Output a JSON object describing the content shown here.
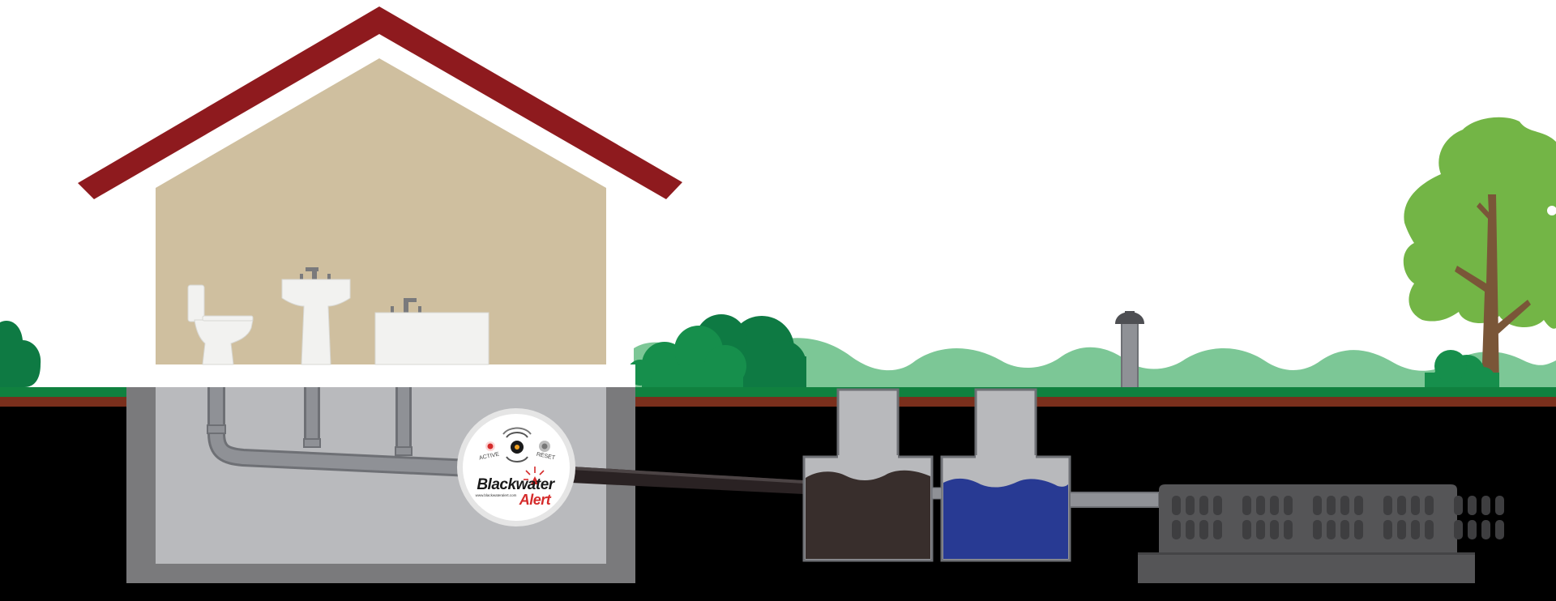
{
  "logo": {
    "brand_line1": "Blackwater",
    "brand_line2": "Alert",
    "website": "www.blackwateralert.com",
    "active_label": "ACTIVE",
    "reset_label": "RESET"
  },
  "colors": {
    "sky": "#ffffff",
    "roof": "#8e1a1e",
    "house_wall": "#cfbf9f",
    "basement_wall": "#7a7a7c",
    "basement_fill": "#b9babd",
    "ground_black": "#000000",
    "grass": "#10813f",
    "soil": "#7a2f1c",
    "bush_dark": "#0e7a43",
    "bush_mid": "#168f4c",
    "hill_light": "#7cc796",
    "tree_leaf": "#73b546",
    "tree_trunk": "#7a5638",
    "pipe": "#8f9196",
    "pipe_edge": "#6e7075",
    "tank_gray": "#b8b9bc",
    "sludge": "#382e2c",
    "water": "#283a93",
    "drain_field": "#555557",
    "fixture_white": "#f2f2f0",
    "alert_red": "#d52b2b"
  },
  "icons": [
    "toilet-icon",
    "sink-icon",
    "bathtub-icon",
    "alarm-signal-icon",
    "reset-button-icon",
    "active-light-icon"
  ]
}
